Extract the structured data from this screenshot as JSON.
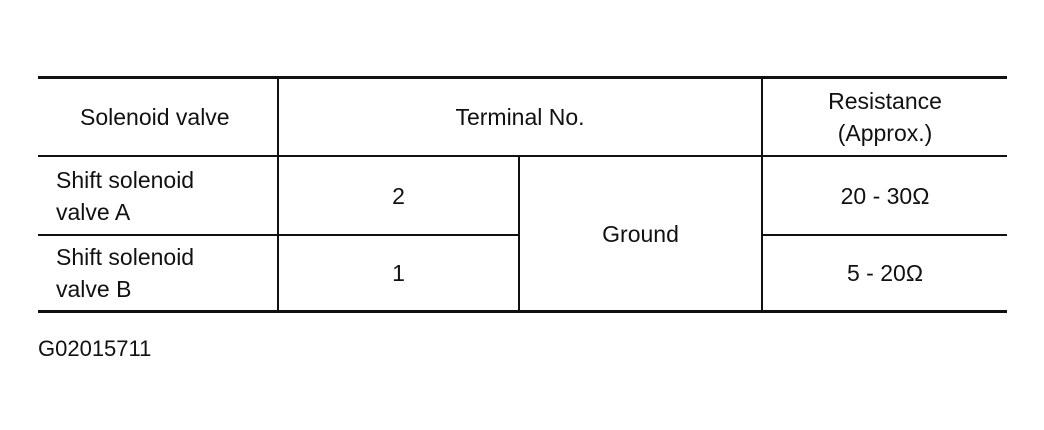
{
  "table": {
    "headers": {
      "solenoid_valve": "Solenoid valve",
      "terminal_no": "Terminal No.",
      "resistance_line1": "Resistance",
      "resistance_line2": "(Approx.)"
    },
    "rows": [
      {
        "valve_line1": "Shift solenoid",
        "valve_line2": "valve A",
        "terminal": "2",
        "resistance": "20 - 30Ω"
      },
      {
        "valve_line1": "Shift solenoid",
        "valve_line2": "valve B",
        "terminal": "1",
        "resistance": "5 - 20Ω"
      }
    ],
    "ground_label": "Ground"
  },
  "figure_id": "G02015711"
}
